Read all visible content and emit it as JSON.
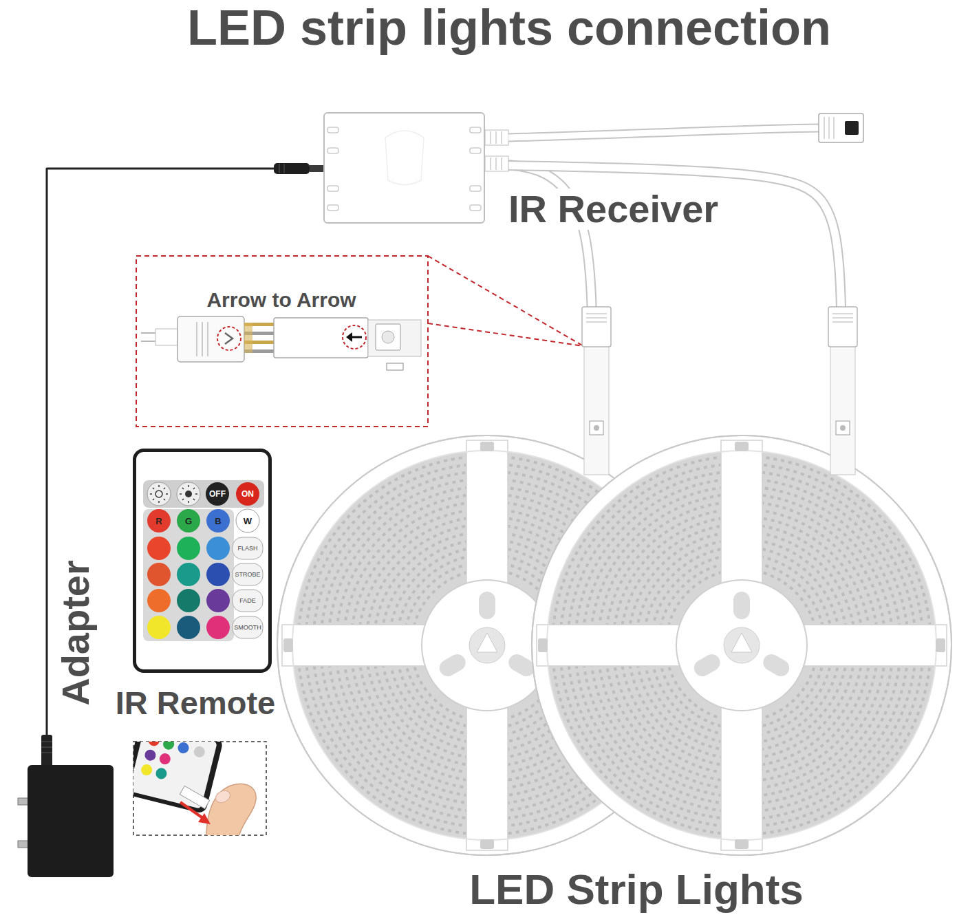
{
  "diagram": {
    "title": "LED strip lights connection",
    "nodes": [
      {
        "text": [
          "IR Receiver"
        ]
      },
      {
        "text": [
          "Adapter"
        ]
      },
      {
        "text": [
          "IR Remote"
        ]
      },
      {
        "text": [
          "LED Strip Lights"
        ]
      }
    ],
    "edges": [
      {
        "from": 1,
        "to": 0,
        "arrow": "none"
      },
      {
        "from": 0,
        "to": 3,
        "arrow": "none"
      },
      {
        "from": 0,
        "to": 3,
        "arrow": "none"
      }
    ],
    "labels": [
      "Arrow to Arrow",
      "OFF",
      "ON",
      "R",
      "G",
      "B",
      "W",
      "FLASH",
      "STROBE",
      "FADE",
      "SMOOTH"
    ]
  }
}
